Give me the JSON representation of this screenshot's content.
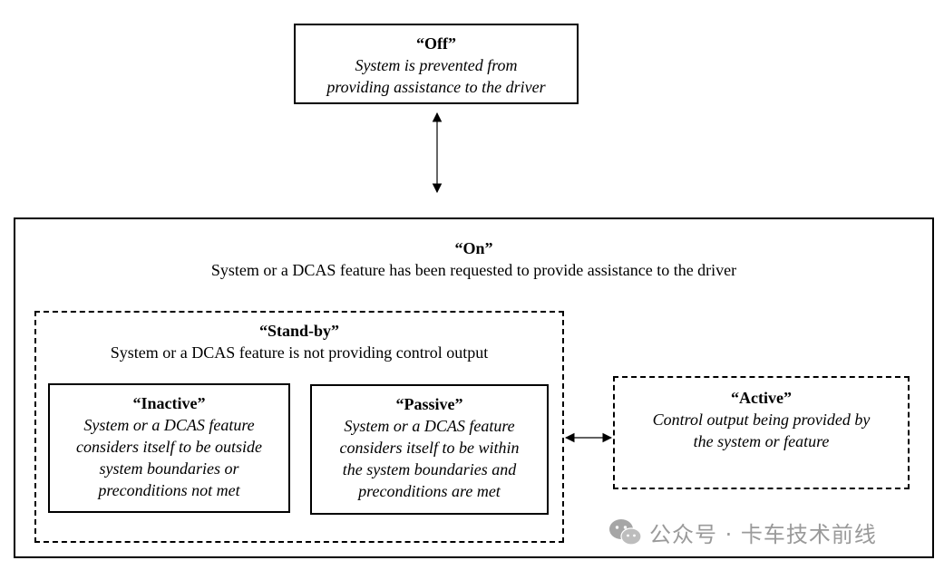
{
  "off": {
    "title": "“Off”",
    "description": [
      "System is prevented from",
      "providing assistance to the driver"
    ]
  },
  "on": {
    "title": "“On”",
    "description": "System or a DCAS feature has been requested to provide assistance to the driver"
  },
  "standby": {
    "title": "“Stand-by”",
    "description": "System or a DCAS feature is not providing control output"
  },
  "inactive": {
    "title": "“Inactive”",
    "description": [
      "System or a DCAS feature",
      "considers itself to be outside",
      "system boundaries or",
      "preconditions not met"
    ]
  },
  "passive": {
    "title": "“Passive”",
    "description": [
      "System or a DCAS feature",
      "considers itself to be within",
      "the system boundaries and",
      "preconditions are met"
    ]
  },
  "active": {
    "title": "“Active”",
    "description": [
      "Control output being provided by",
      "the system or feature"
    ]
  },
  "watermark": {
    "text": "公众号 · 卡车技术前线",
    "icon": "wechat-icon"
  }
}
